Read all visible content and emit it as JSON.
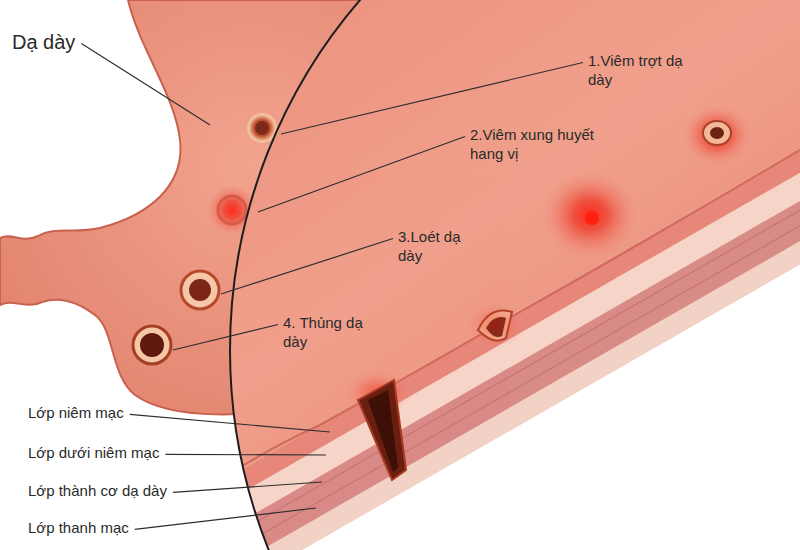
{
  "diagram": {
    "labels": [
      "Dạ dày",
      "1.Viêm trợt dạ dày",
      "2.Viêm xung huyết hang vị",
      "3.Loét dạ dày",
      "4. Thủng dạ dày",
      "Lớp niêm mạc",
      "Lớp dưới niêm mạc",
      "Lớp thành cơ dạ dày",
      "Lớp thanh mạc"
    ]
  }
}
